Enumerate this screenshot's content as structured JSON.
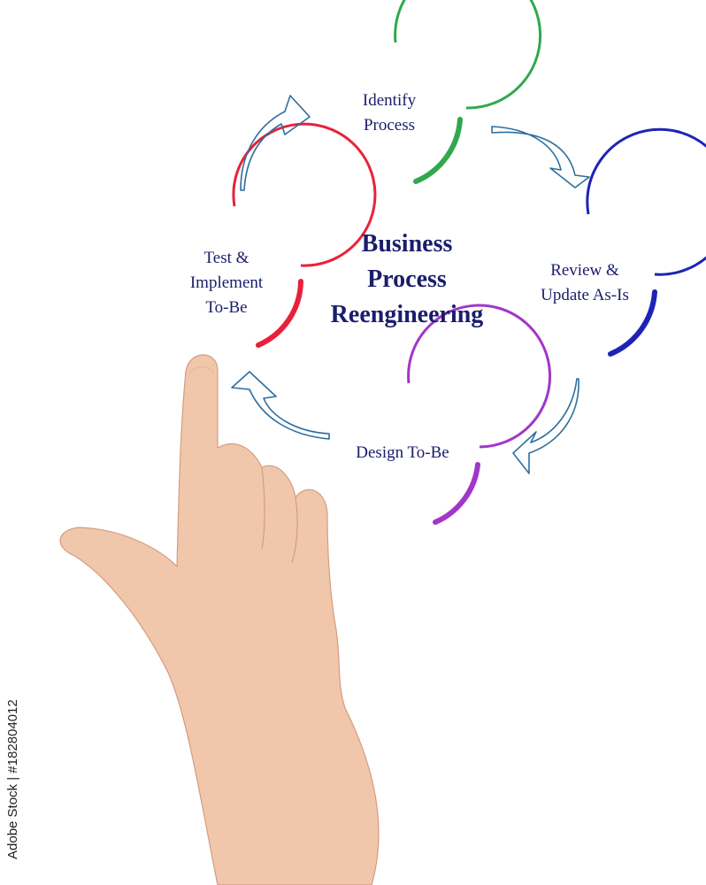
{
  "diagram": {
    "title": "Business\nProcess\nReengineering",
    "steps": [
      {
        "label": "Identify\nProcess",
        "color": "#2fa84f"
      },
      {
        "label": "Review &\nUpdate As-Is",
        "color": "#1f23b5"
      },
      {
        "label": "Design To-Be",
        "color": "#a236c9"
      },
      {
        "label": "Test &\nImplement\nTo-Be",
        "color": "#e8213a"
      }
    ],
    "arrow_color": "#2e6e9e"
  },
  "watermark": {
    "text": "Adobe Stock | #182804012"
  },
  "colors": {
    "text": "#1b1d6b",
    "skin": "#f1c7ab"
  }
}
